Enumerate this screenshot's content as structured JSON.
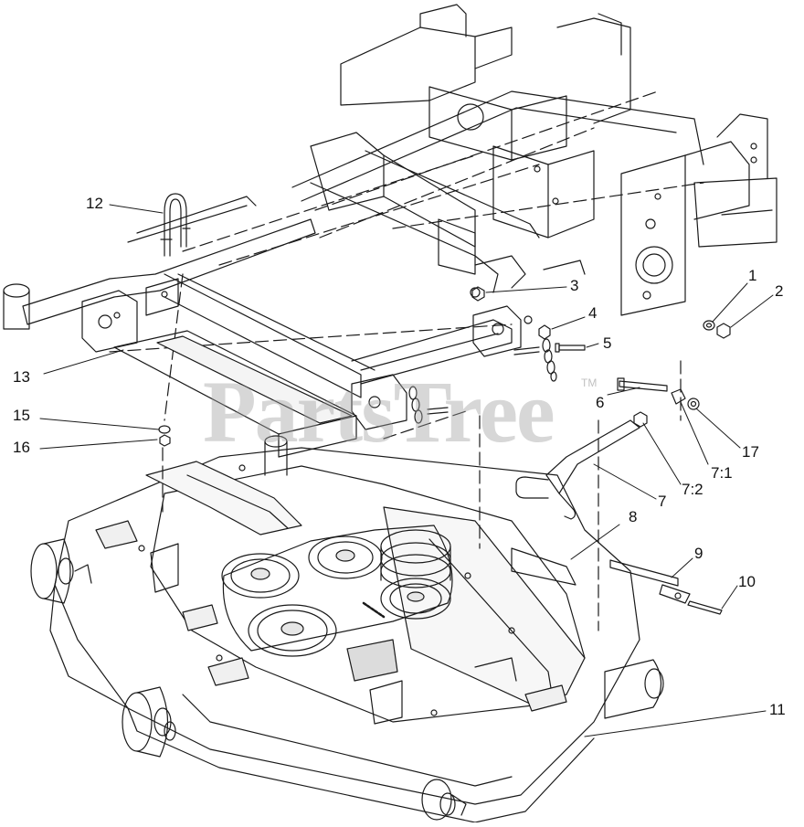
{
  "watermark": {
    "text": "PartsTree",
    "tm": "TM"
  },
  "callouts": [
    {
      "id": "c1",
      "label": "1"
    },
    {
      "id": "c2",
      "label": "2"
    },
    {
      "id": "c3",
      "label": "3"
    },
    {
      "id": "c4",
      "label": "4"
    },
    {
      "id": "c5",
      "label": "5"
    },
    {
      "id": "c6",
      "label": "6"
    },
    {
      "id": "c7",
      "label": "7"
    },
    {
      "id": "c7-1",
      "label": "7:1"
    },
    {
      "id": "c7-2",
      "label": "7:2"
    },
    {
      "id": "c8",
      "label": "8"
    },
    {
      "id": "c9",
      "label": "9"
    },
    {
      "id": "c10",
      "label": "10"
    },
    {
      "id": "c11",
      "label": "11"
    },
    {
      "id": "c12",
      "label": "12"
    },
    {
      "id": "c13",
      "label": "13"
    },
    {
      "id": "c15",
      "label": "15"
    },
    {
      "id": "c16",
      "label": "16"
    },
    {
      "id": "c17",
      "label": "17"
    }
  ],
  "colors": {
    "line": "#1a1a1a",
    "watermark": "#a0a0a0",
    "background": "#ffffff"
  }
}
